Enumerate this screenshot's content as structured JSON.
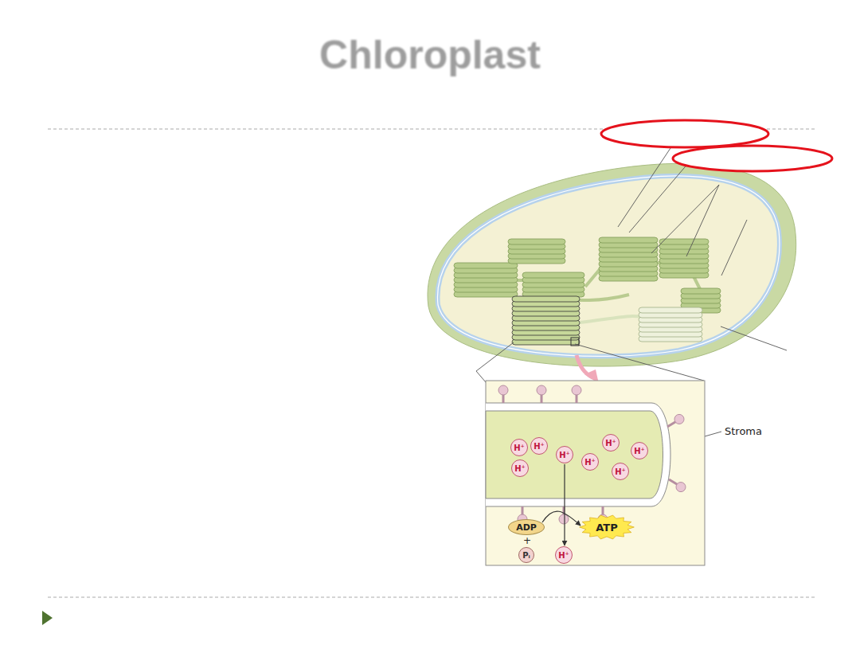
{
  "diagram": {
    "title": "Chloroplast",
    "nodes": [
      {
        "text": [
          "H⁺"
        ]
      },
      {
        "text": [
          "H⁺"
        ]
      },
      {
        "text": [
          "H⁺"
        ]
      },
      {
        "text": [
          "H⁺"
        ]
      },
      {
        "text": [
          "H⁺"
        ]
      },
      {
        "text": [
          "H⁺"
        ]
      },
      {
        "text": [
          "H⁺"
        ]
      },
      {
        "text": [
          "H⁺"
        ]
      },
      {
        "text": [
          "ADP"
        ]
      },
      {
        "text": [
          "ATP"
        ]
      },
      {
        "text": [
          "Pᵢ"
        ]
      },
      {
        "text": [
          "H⁺"
        ]
      }
    ],
    "edges": [
      {
        "from": 8,
        "to": 9,
        "arrow": "to"
      },
      {
        "from": 4,
        "to": 11,
        "arrow": "to"
      }
    ],
    "labels": [
      "Stroma",
      "+"
    ]
  }
}
